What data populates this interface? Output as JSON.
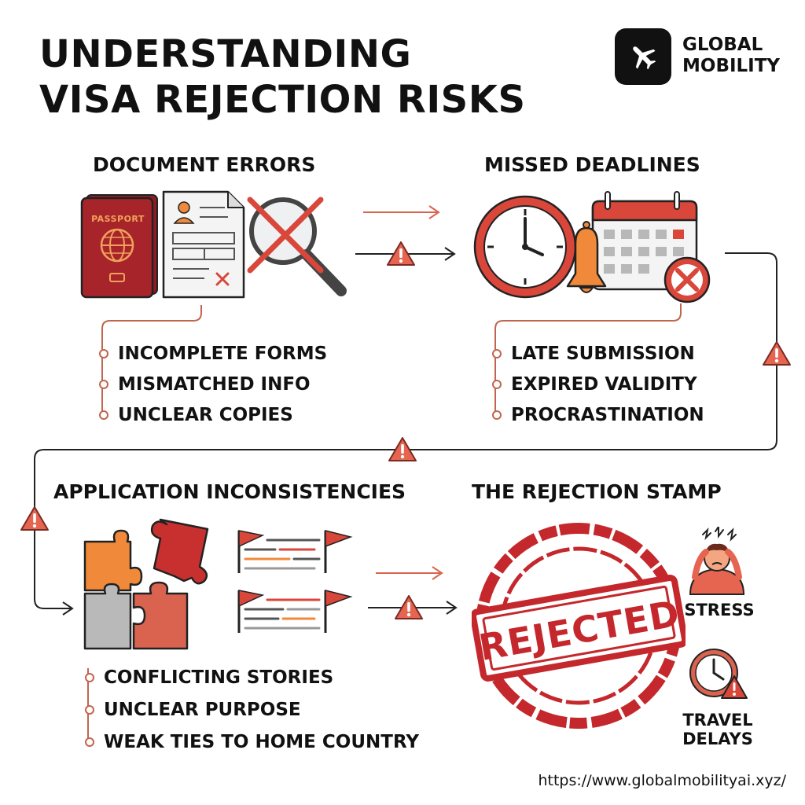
{
  "title": {
    "line1": "UNDERSTANDING",
    "line2": "VISA REJECTION RISKS"
  },
  "brand": {
    "line1": "GLOBAL",
    "line2": "MOBILITY",
    "icon": "airplane-icon"
  },
  "sections": {
    "document_errors": {
      "heading": "DOCUMENT ERRORS",
      "passport_label": "PASSPORT",
      "bullets": [
        "INCOMPLETE FORMS",
        "MISMATCHED INFO",
        "UNCLEAR COPIES"
      ]
    },
    "missed_deadlines": {
      "heading": "MISSED DEADLINES",
      "bullets": [
        "LATE SUBMISSION",
        "EXPIRED VALIDITY",
        "PROCRASTINATION"
      ]
    },
    "application_inconsistencies": {
      "heading": "APPLICATION INCONSISTENCIES",
      "bullets": [
        "CONFLICTING STORIES",
        "UNCLEAR PURPOSE",
        "WEAK TIES TO HOME COUNTRY"
      ]
    },
    "rejection_stamp": {
      "heading": "THE REJECTION STAMP",
      "stamp_text": "REJECTED",
      "effects": {
        "stress": "STRESS",
        "travel_delays_line1": "TRAVEL",
        "travel_delays_line2": "DELAYS"
      }
    }
  },
  "colors": {
    "accent_red": "#d9463a",
    "dark_red": "#a8242b",
    "orange": "#f08a3a",
    "line": "#222222",
    "connector": "#c0654e"
  },
  "footer": {
    "url": "https://www.globalmobilityai.xyz/"
  }
}
